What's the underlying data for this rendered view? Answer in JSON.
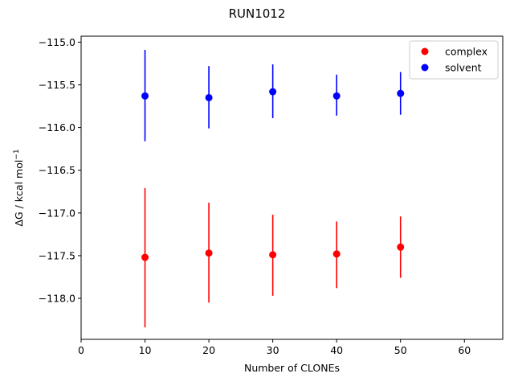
{
  "chart_data": {
    "type": "scatter",
    "title": "RUN1012",
    "xlabel": "Number of CLONEs",
    "ylabel_main": "ΔG / kcal mol",
    "ylabel_sup": "−1",
    "xlim": [
      0,
      66
    ],
    "ylim": [
      -118.48,
      -114.93
    ],
    "x_ticks": [
      0,
      10,
      20,
      30,
      40,
      50,
      60
    ],
    "x_tick_labels": [
      "0",
      "10",
      "20",
      "30",
      "40",
      "50",
      "60"
    ],
    "y_ticks": [
      -115.0,
      -115.5,
      -116.0,
      -116.5,
      -117.0,
      -117.5,
      -118.0
    ],
    "y_tick_labels": [
      "−115.0",
      "−115.5",
      "−116.0",
      "−116.5",
      "−117.0",
      "−117.5",
      "−118.0"
    ],
    "grid": false,
    "legend_position": "top-right",
    "series": [
      {
        "name": "complex",
        "color": "#ff0000",
        "x": [
          10,
          20,
          30,
          40,
          50
        ],
        "y": [
          -117.52,
          -117.47,
          -117.49,
          -117.48,
          -117.4
        ],
        "yerr_low": [
          -118.34,
          -118.05,
          -117.97,
          -117.88,
          -117.76
        ],
        "yerr_high": [
          -116.71,
          -116.88,
          -117.02,
          -117.1,
          -117.04
        ]
      },
      {
        "name": "solvent",
        "color": "#0000ff",
        "x": [
          10,
          20,
          30,
          40,
          50
        ],
        "y": [
          -115.63,
          -115.65,
          -115.58,
          -115.63,
          -115.6
        ],
        "yerr_low": [
          -116.16,
          -116.01,
          -115.89,
          -115.86,
          -115.85
        ],
        "yerr_high": [
          -115.09,
          -115.28,
          -115.26,
          -115.38,
          -115.35
        ]
      }
    ]
  }
}
